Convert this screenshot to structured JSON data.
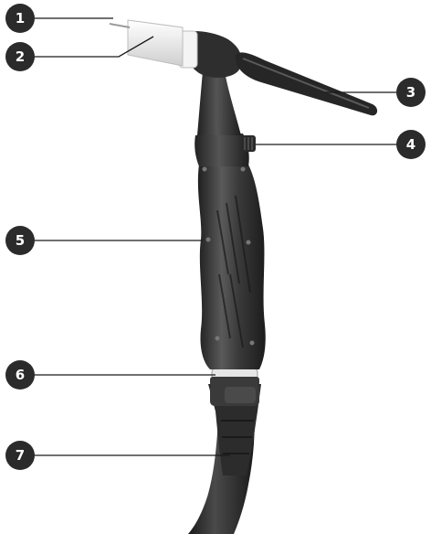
{
  "callouts": [
    {
      "number": "1",
      "part": "tungsten-electrode"
    },
    {
      "number": "2",
      "part": "ceramic-nozzle"
    },
    {
      "number": "3",
      "part": "back-cap"
    },
    {
      "number": "4",
      "part": "gas-valve-knob"
    },
    {
      "number": "5",
      "part": "handle"
    },
    {
      "number": "6",
      "part": "handle-collar"
    },
    {
      "number": "7",
      "part": "hose-strain-relief"
    }
  ],
  "colors": {
    "callout_fill": "#2b2b2b",
    "callout_text": "#ffffff",
    "leader_line": "#1a1a1a",
    "torch_dark": "#2d2d2d",
    "torch_mid": "#4a4a4a",
    "nozzle": "#f2f2f2"
  }
}
